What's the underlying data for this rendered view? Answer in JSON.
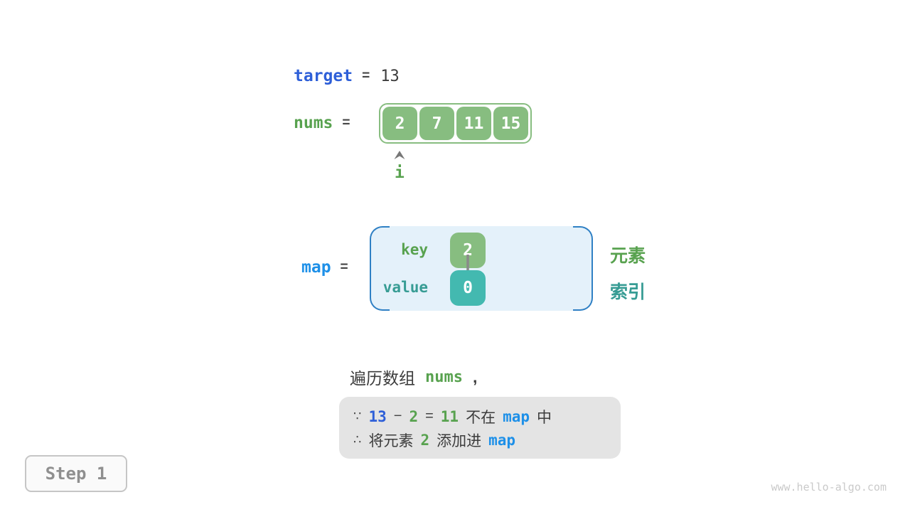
{
  "colors": {
    "green_fill": "#87bd80",
    "green_text": "#58a24f",
    "teal_fill": "#43b9b0",
    "teal_text": "#379c94",
    "royal_blue": "#2e5fd8",
    "azure_blue": "#1e90e8",
    "bracket_blue": "#2f80c4",
    "map_fill": "#e4f1fa",
    "note_fill": "#e4e4e4",
    "dark_text": "#3c3c3c"
  },
  "target_row": {
    "name": "target",
    "equals": "=",
    "value": "13"
  },
  "nums": {
    "name": "nums",
    "equals": "=",
    "cells": [
      "2",
      "7",
      "11",
      "15"
    ],
    "index_pointer": "i"
  },
  "map": {
    "name": "map",
    "equals": "=",
    "key_label": "key",
    "key_value": "2",
    "value_label": "value",
    "value_value": "0",
    "element_label": "元素",
    "index_label": "索引"
  },
  "sentence": {
    "text_before": "遍历数组",
    "code": "nums",
    "text_after": ","
  },
  "note": {
    "line1": {
      "sym": "∵",
      "num1": "13",
      "op1": "−",
      "num2": "2",
      "op2": "=",
      "num3": "11",
      "text1": "不在",
      "code": "map",
      "text2": "中"
    },
    "line2": {
      "sym": "∴",
      "text1": "将元素",
      "num1": "2",
      "text2": "添加进",
      "code": "map"
    }
  },
  "step": {
    "label": "Step 1"
  },
  "footer": {
    "url": "www.hello-algo.com"
  }
}
